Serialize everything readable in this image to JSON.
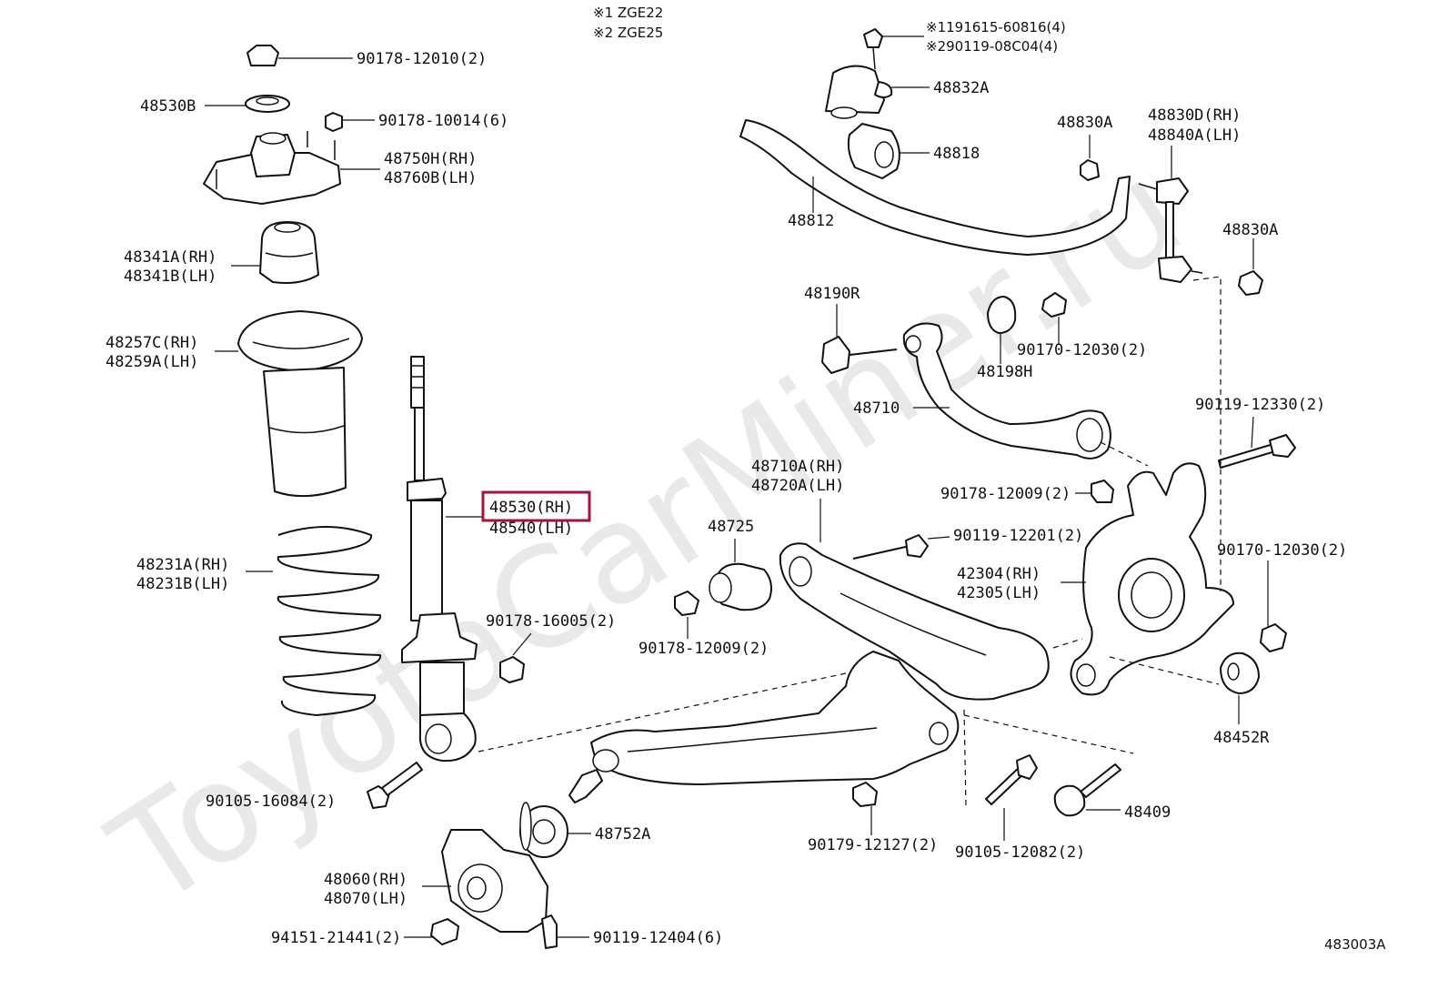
{
  "watermark": "ToyotaCarMiner.ru",
  "variant_notes": [
    "※1 ZGE22",
    "※2 ZGE25"
  ],
  "diagram_code": "483003A",
  "highlight_color": "#a0163a",
  "labels": {
    "l90178_12010": "90178-12010(2)",
    "l48530b": "48530B",
    "l90178_10014": "90178-10014(6)",
    "l48750h": "48750H(RH)",
    "l48760b": "48760B(LH)",
    "l48341a": "48341A(RH)",
    "l48341b": "48341B(LH)",
    "l48257c": "48257C(RH)",
    "l48259a": "48259A(LH)",
    "l48530": "48530(RH)",
    "l48540": "48540(LH)",
    "l48231a": "48231A(RH)",
    "l48231b": "48231B(LH)",
    "l90178_16005": "90178-16005(2)",
    "l90105_16084": "90105-16084(2)",
    "l48752a": "48752A",
    "l48060": "48060(RH)",
    "l48070": "48070(LH)",
    "l94151_21441": "94151-21441(2)",
    "l90119_12404": "90119-12404(6)",
    "l191615": "※1191615-60816(4)",
    "l90119_08c04": "※290119-08C04(4)",
    "l48832a": "48832A",
    "l48818": "48818",
    "l48812": "48812",
    "l48830a_top": "48830A",
    "l48830d": "48830D(RH)",
    "l48840a": "48840A(LH)",
    "l48830a_right": "48830A",
    "l48190r": "48190R",
    "l90170_12030_top": "90170-12030(2)",
    "l48198h": "48198H",
    "l48710": "48710",
    "l90119_12330": "90119-12330(2)",
    "l48710a": "48710A(RH)",
    "l48720a": "48720A(LH)",
    "l90178_12009_right": "90178-12009(2)",
    "l48725": "48725",
    "l90119_12201": "90119-12201(2)",
    "l42304": "42304(RH)",
    "l42305": "42305(LH)",
    "l90170_12030_right": "90170-12030(2)",
    "l90178_12009_left": "90178-12009(2)",
    "l48452r": "48452R",
    "l90179_12127": "90179-12127(2)",
    "l90105_12082": "90105-12082(2)",
    "l48409": "48409"
  }
}
